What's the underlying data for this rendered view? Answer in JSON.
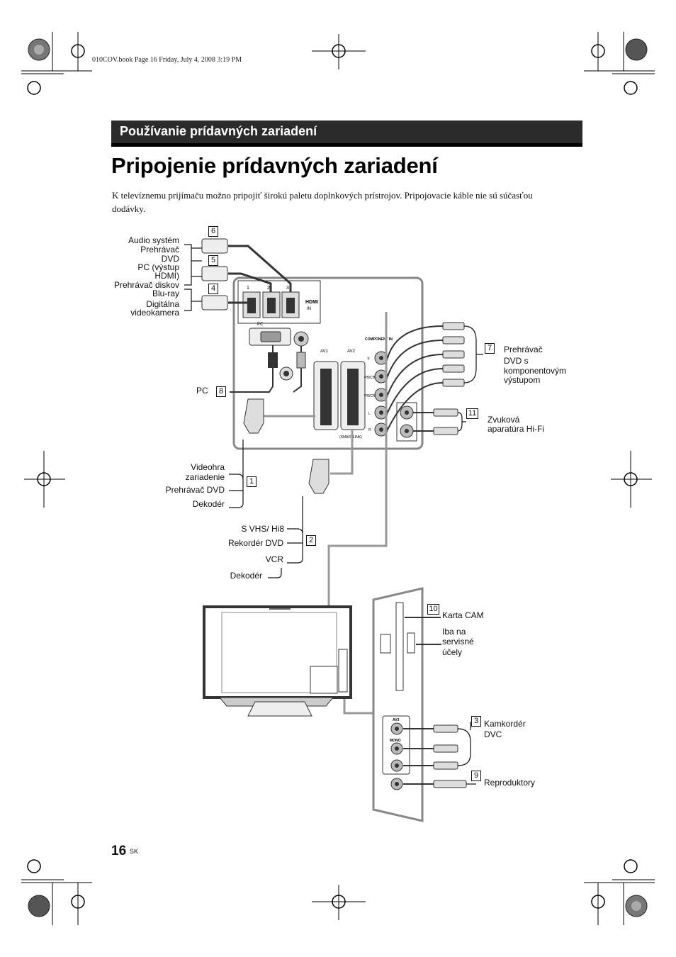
{
  "header": {
    "meta_line": "010COV.book  Page 16  Friday, July 4, 2008  3:19 PM",
    "section_banner": "Používanie prídavných zariadení",
    "title": "Pripojenie prídavných zariadení",
    "intro": "K televíznemu prijímaču možno pripojiť širokú paletu doplnkových prístrojov. Pripojovacie káble nie sú súčasťou dodávky."
  },
  "diagram": {
    "labels": {
      "hdmi_devices": [
        "Audio systém",
        "Prehrávač",
        "DVD",
        "PC (výstup",
        "HDMI)",
        "Prehrávač diskov",
        "Blu-ray",
        "Digitálna",
        "videokamera"
      ],
      "pc": "PC",
      "av1_devices": [
        "Videohra",
        "zariadenie",
        "Prehrávač DVD",
        "Dekodér"
      ],
      "av2_devices": [
        "S VHS/ Hi8",
        "Rekordér DVD",
        "VCR",
        "Dekodér"
      ],
      "component_devices": [
        "Prehrávač",
        "DVD s",
        "komponentovým",
        "výstupom"
      ],
      "hifi": [
        "Zvuková",
        "aparatúra Hi-Fi"
      ],
      "cam_card": "Karta CAM",
      "service": [
        "Iba na",
        "servisné",
        "účely"
      ],
      "camcorder": [
        "Kamkordér",
        "DVC"
      ],
      "speakers": "Reproduktory"
    },
    "panel_text": {
      "hdmi_ports": [
        "1",
        "2",
        "3"
      ],
      "hdmi_logo": "HDMI",
      "hdmi_in": "IN",
      "pc_port": "PC",
      "av1": "AV1",
      "av2": "AV2",
      "component_in": "COMPONENT IN",
      "y": "Y",
      "pb": "PB/CB",
      "pr": "PR/CR",
      "lr": [
        "L",
        "R"
      ],
      "smartlink": "(SMARTLINK)",
      "av3": "AV3",
      "mono": "MONO"
    },
    "numbers": {
      "n6": "6",
      "n5": "5",
      "n4": "4",
      "n8": "8",
      "n1": "1",
      "n2": "2",
      "n7": "7",
      "n11": "11",
      "n10": "10",
      "n3": "3",
      "n9": "9"
    }
  },
  "footer": {
    "page_number": "16",
    "page_lang": "SK"
  }
}
